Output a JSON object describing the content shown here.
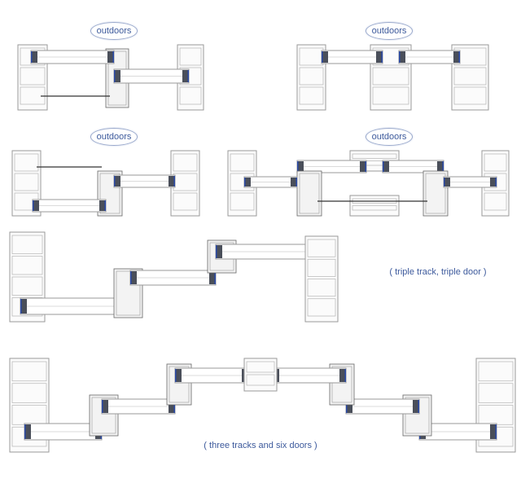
{
  "labels": {
    "outdoors": "outdoors",
    "triple_track": "( triple track, triple door )",
    "three_tracks": "( three tracks and six doors )"
  },
  "colors": {
    "text": "#3d5a9c",
    "frame": "#9a9a9a",
    "glass_seal": "#4a4f5a",
    "gasket": "#2a4aa8"
  }
}
